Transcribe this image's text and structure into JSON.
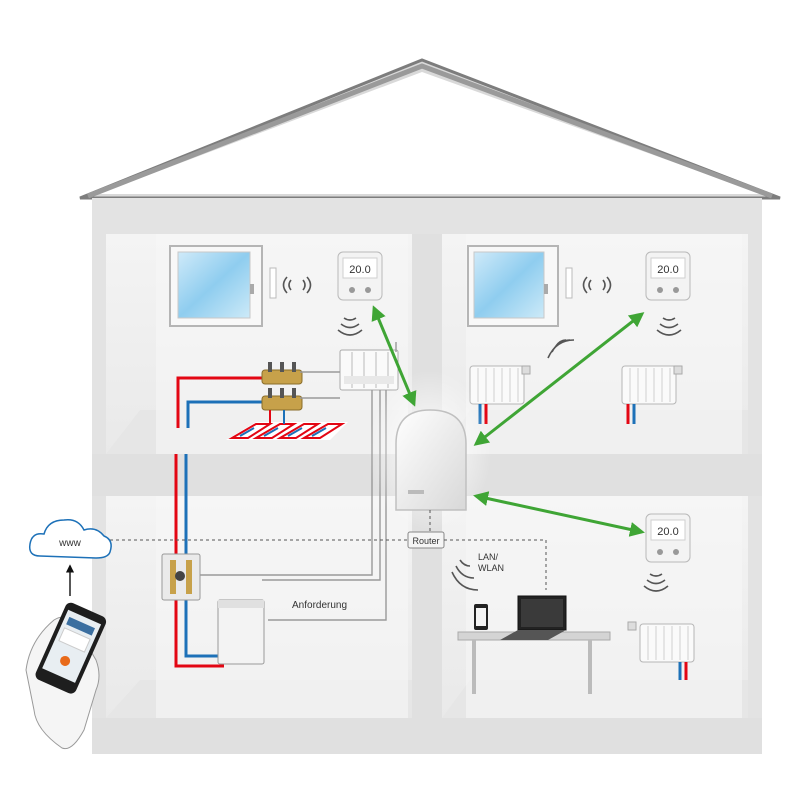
{
  "labels": {
    "cloud": "www",
    "router": "Router",
    "lan_wlan_line1": "LAN/",
    "lan_wlan_line2": "WLAN",
    "demand": "Anforderung",
    "thermostat_display": "20.0"
  },
  "colors": {
    "house_fill": "#e8e8e8",
    "roof_stroke": "#7d7d7d",
    "room_fill": "#f2f2f2",
    "floor_slab": "#dcdcdc",
    "arrow_green": "#3fa535",
    "pipe_red": "#e30613",
    "pipe_blue": "#1d71b8",
    "wire_gray": "#9a9a9a"
  },
  "icons": [
    "cloud-icon",
    "smartphone-icon",
    "window-icon",
    "thermostat-icon",
    "radiator-icon",
    "gateway-icon",
    "router-icon",
    "boiler-icon",
    "laptop-icon",
    "wireless-signal-icon"
  ]
}
